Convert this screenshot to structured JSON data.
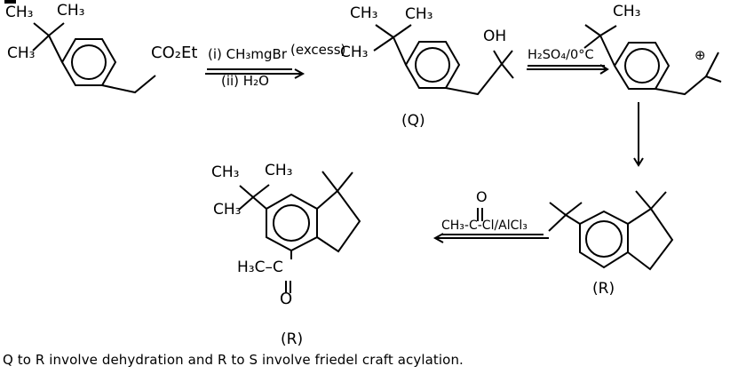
{
  "scheme": {
    "stroke_color": "#000000",
    "background_color": "#ffffff",
    "start_material": {
      "ch3_a": "CH₃",
      "ch3_b": "CH₃",
      "ch3_c": "CH₃",
      "ester": "CO₂Et"
    },
    "step1": {
      "line1": "(i) CH₃mgBr",
      "excess": "(excess)",
      "line2": "(ii) H₂O"
    },
    "q": {
      "ch3_a": "CH₃",
      "ch3_b": "CH₃",
      "ch3_c": "CH₃",
      "oh": "OH",
      "label": "(Q)"
    },
    "step2": {
      "reagent": "H₂SO₄/0°C"
    },
    "cation": {
      "ch3": "CH₃",
      "plus": "⊕"
    },
    "r": {
      "label": "(R)"
    },
    "step3": {
      "o": "O",
      "reagent": "CH₃-C-Cl/AlCl₃"
    },
    "s": {
      "ch3_a": "CH₃",
      "ch3_b": "CH₃",
      "ch3_c": "CH₃",
      "acetyl": "H₃C–C",
      "o": "O",
      "label": "(R)"
    },
    "footnote": "Q to R involve dehydration and R to S involve friedel craft acylation."
  }
}
